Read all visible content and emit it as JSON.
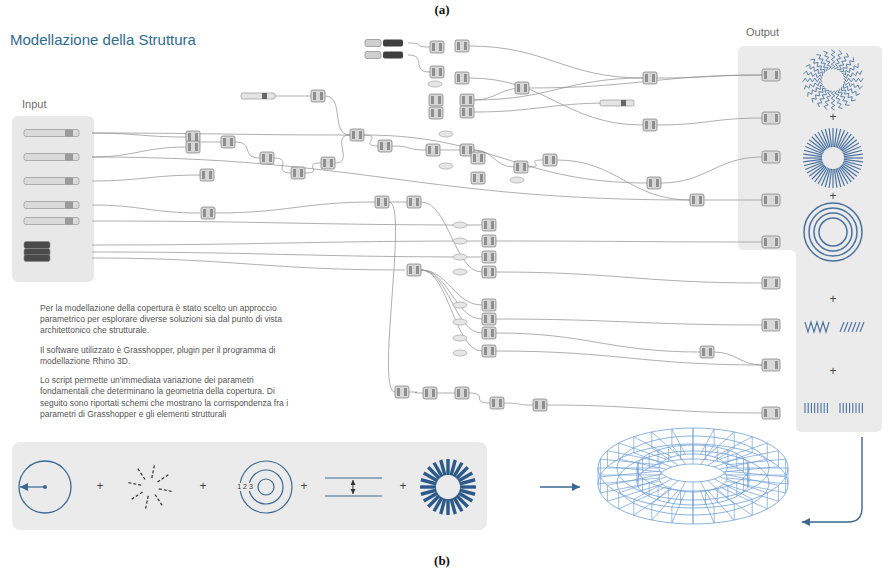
{
  "diagram": {
    "title": "Modellazione della Struttura",
    "nodes": [
      {
        "text": [
          "Input"
        ]
      },
      {
        "text": [
          "Output",
          "+",
          "+",
          "+",
          "+"
        ]
      },
      {
        "text": [
          "+",
          "+",
          "+",
          "+",
          "1 2 3"
        ]
      }
    ],
    "labels": [
      "(a)",
      "Per la modellazione della copertura è stato scelto un approccio parametrico per esplorare diverse soluzioni sia dal punto di vista architettonico che strutturale.",
      "Il software utilizzato è Grasshopper, plugin per il programma di modellazione Rhino 3D.",
      "Lo script permette un'immediata variazione dei parametri fondamentali che determinano la geometria della copertura. Di seguito sono riportati schemi che mostrano la corrispondenza fra i parametri di Grasshopper e gli elementi strutturali",
      "(b)"
    ]
  }
}
